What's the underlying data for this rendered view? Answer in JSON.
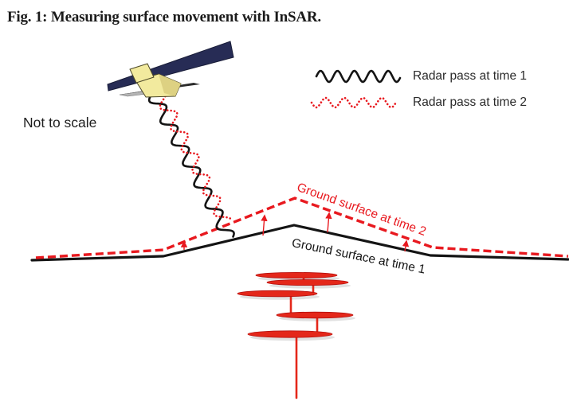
{
  "figure": {
    "title": "Fig. 1: Measuring surface movement with InSAR.",
    "scale_note": "Not to scale"
  },
  "legend": {
    "items": [
      {
        "label": "Radar pass at time 1",
        "line_style": "solid-black-wave"
      },
      {
        "label": "Radar pass at time 2",
        "line_style": "dotted-red-wave"
      }
    ]
  },
  "labels": {
    "ground_surface_time_1": "Ground surface at time 1",
    "ground_surface_time_2": "Ground surface at time 2"
  },
  "icons": {
    "satellite": "satellite-with-solar-panel-and-radar-antenna",
    "magma_intrusion": "stacked-sills-and-feeder-dike"
  },
  "colors": {
    "red": "#e8191f",
    "line_black": "#141414",
    "panel_navy": "#272c55",
    "body_yellow": "#f2ea9e",
    "intrusion_red": "#e4271a"
  }
}
